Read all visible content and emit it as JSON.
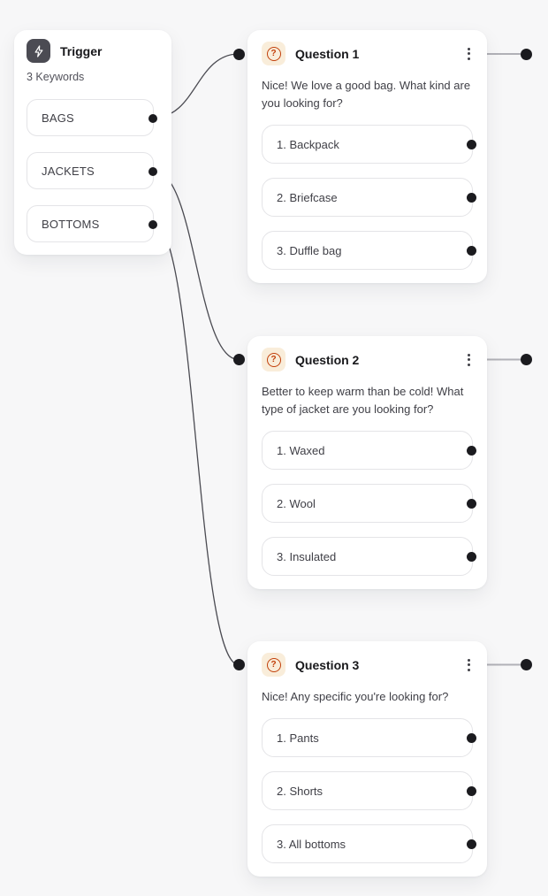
{
  "canvas": {
    "background_color": "#f7f7f8",
    "edge_color": "#4b4b52",
    "stub_color": "#b1b1b7",
    "handle_color": "#1b1b1f",
    "pill_border_color": "#e4e4e7"
  },
  "trigger": {
    "title": "Trigger",
    "subtitle": "3 Keywords",
    "icon": "lightning-bolt-icon",
    "icon_bg": "#4b4b53",
    "keywords": [
      "BAGS",
      "JACKETS",
      "BOTTOMS"
    ]
  },
  "questions": [
    {
      "title": "Question 1",
      "icon": "question-mark-icon",
      "icon_color": "#c2410c",
      "icon_bg": "#f9edda",
      "text": "Nice! We love a good bag. What kind are you looking for?",
      "options": [
        "1. Backpack",
        "2. Briefcase",
        "3. Duffle bag"
      ]
    },
    {
      "title": "Question 2",
      "icon": "question-mark-icon",
      "icon_color": "#c2410c",
      "icon_bg": "#f9edda",
      "text": "Better to keep warm than be cold! What type of jacket are you looking for?",
      "options": [
        "1. Waxed",
        "2. Wool",
        "3. Insulated"
      ]
    },
    {
      "title": "Question 3",
      "icon": "question-mark-icon",
      "icon_color": "#c2410c",
      "icon_bg": "#f9edda",
      "text": "Nice! Any specific you're looking for?",
      "options": [
        "1. Pants",
        "2. Shorts",
        "3. All bottoms"
      ]
    }
  ],
  "connections": [
    {
      "from": "BAGS",
      "to": "Question 1"
    },
    {
      "from": "JACKETS",
      "to": "Question 2"
    },
    {
      "from": "BOTTOMS",
      "to": "Question 3"
    }
  ],
  "question_mark_glyph": "?"
}
